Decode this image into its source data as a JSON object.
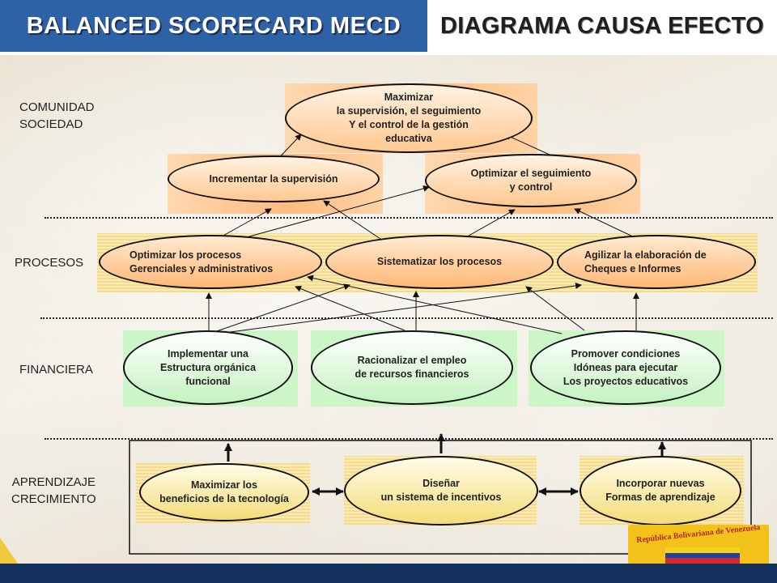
{
  "header": {
    "title_left": "BALANCED SCORECARD MECD",
    "title_right": "DIAGRAMA CAUSA EFECTO"
  },
  "perspectives": {
    "comunidad": "COMUNIDAD\nSOCIEDAD",
    "procesos": "PROCESOS",
    "financiera": "FINANCIERA",
    "aprendizaje": "APRENDIZAJE\nCRECIMIENTO"
  },
  "nodes": {
    "maximizar_supervision": "Maximizar\nla supervisión, el seguimiento\nY el control de la gestión\neducativa",
    "incrementar_supervision": "Incrementar la supervisión",
    "optimizar_seguimiento": "Optimizar el seguimiento\ny control",
    "optimizar_procesos": "Optimizar los procesos\nGerenciales y administrativos",
    "sistematizar_procesos": "Sistematizar los procesos",
    "agilizar_elaboracion": "Agilizar la elaboración de\nCheques e Informes",
    "implementar_estructura": "Implementar una\nEstructura orgánica\nfuncional",
    "racionalizar_empleo": "Racionalizar el empleo\nde recursos financieros",
    "promover_condiciones": "Promover condiciones\nIdóneas para ejecutar\nLos proyectos educativos",
    "maximizar_beneficios": "Maximizar los\nbeneficios de la tecnología",
    "disenar_incentivos": "Diseñar\nun sistema de incentivos",
    "incorporar_formas": "Incorporar nuevas\nFormas de aprendizaje"
  },
  "logo": {
    "text": "República Bolivariana de Venezuela",
    "flag_colors": [
      "#f7d117",
      "#1d3fa6",
      "#d42a2a"
    ]
  },
  "colors": {
    "header_blue": "#2d63a6",
    "footer_navy": "#15325e"
  }
}
